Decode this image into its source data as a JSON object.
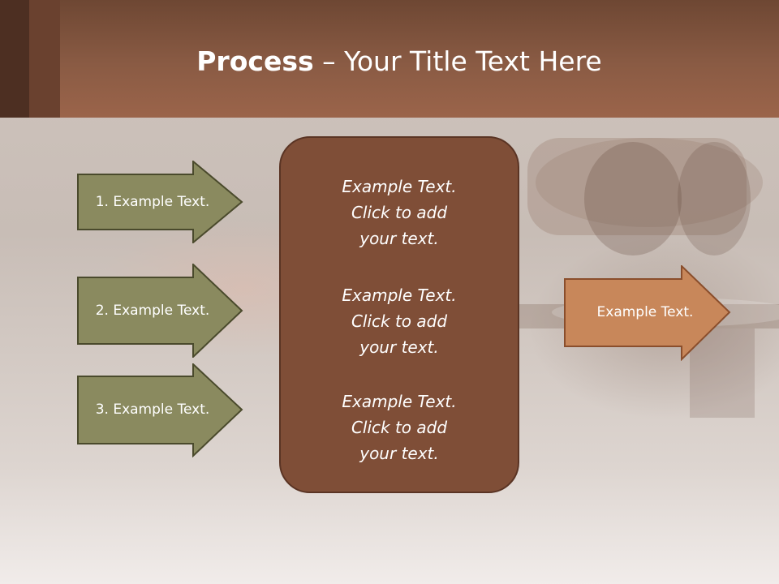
{
  "slide": {
    "title_bold": "Process",
    "title_rest": " – Your Title Text Here"
  },
  "inputs": [
    {
      "label": "1. Example Text."
    },
    {
      "label": "2. Example Text."
    },
    {
      "label": "3. Example Text."
    }
  ],
  "center_box": {
    "blocks": [
      {
        "line1": "Example Text.",
        "line2": "Click  to add",
        "line3": "your text."
      },
      {
        "line1": "Example Text.",
        "line2": "Click  to add",
        "line3": "your text."
      },
      {
        "line1": "Example Text.",
        "line2": "Click  to add",
        "line3": "your text."
      }
    ]
  },
  "output": {
    "label": "Example Text."
  },
  "colors": {
    "header": "#8a5b44",
    "input_arrow_fill": "#8a8a5f",
    "input_arrow_stroke": "#4a4a2c",
    "center_fill": "#7f4e37",
    "output_arrow_fill": "#c8875a",
    "output_arrow_stroke": "#8a4e2c"
  }
}
